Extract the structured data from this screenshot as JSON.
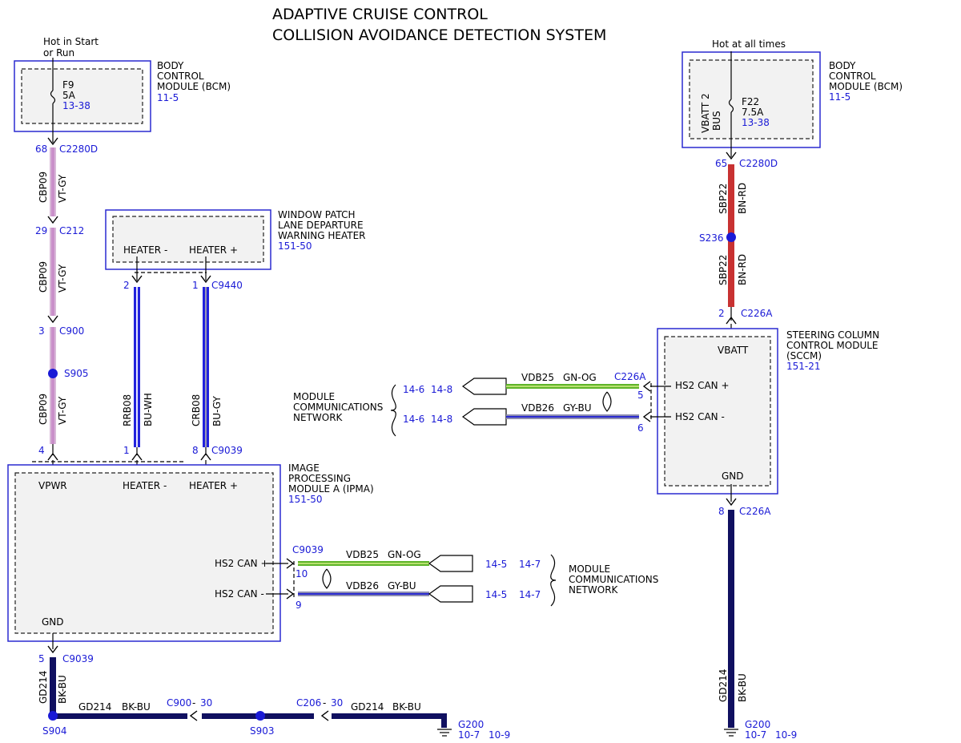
{
  "title": {
    "line1": "ADAPTIVE CRUISE CONTROL",
    "line2": "COLLISION AVOIDANCE DETECTION SYSTEM"
  },
  "colors": {
    "violet_gray": "#c98fc9",
    "blue": "#2222dd",
    "red": "#c83232",
    "green": "#5fb52a",
    "gray_blue": "#8c8cb0",
    "black_blue": "#101060",
    "blue_text": "#1a1ad6"
  },
  "bcm_left": {
    "feed": [
      "Hot in Start",
      "or Run"
    ],
    "fuse": "F9",
    "rating": "5A",
    "ref": "13-38",
    "name": [
      "BODY",
      "CONTROL",
      "MODULE (BCM)"
    ],
    "page": "11-5"
  },
  "bcm_right": {
    "feed": "Hot at all times",
    "bus": [
      "VBATT 2",
      "BUS"
    ],
    "fuse": "F22",
    "rating": "7.5A",
    "ref": "13-38",
    "name": [
      "BODY",
      "CONTROL",
      "MODULE (BCM)"
    ],
    "page": "11-5"
  },
  "heater_module": {
    "name": [
      "WINDOW PATCH",
      "LANE DEPARTURE",
      "WARNING HEATER"
    ],
    "page": "151-50",
    "pin_minus": "HEATER -",
    "pin_plus": "HEATER +"
  },
  "ipma": {
    "name": [
      "IMAGE",
      "PROCESSING",
      "MODULE A (IPMA)"
    ],
    "page": "151-50",
    "vpwr": "VPWR",
    "heater_minus": "HEATER -",
    "heater_plus": "HEATER +",
    "can_plus": "HS2 CAN +",
    "can_minus": "HS2 CAN -",
    "gnd": "GND"
  },
  "sccm": {
    "name": [
      "STEERING COLUMN",
      "CONTROL MODULE",
      "(SCCM)"
    ],
    "page": "151-21",
    "vbatt": "VBATT",
    "can_plus": "HS2 CAN +",
    "can_minus": "HS2 CAN -",
    "gnd": "GND"
  },
  "left_feed": {
    "c2280d_pin": "68",
    "c2280d": "C2280D",
    "circuit": "CBP09",
    "color": "VT-GY",
    "c212_pin": "29",
    "c212": "C212",
    "c900_pin": "3",
    "c900": "C900",
    "s905": "S905",
    "ipma_pin": "4"
  },
  "heater_wires": {
    "minus_pin_top": "2",
    "plus_pin_top": "1",
    "c9440": "C9440",
    "minus_circuit": "RRB08",
    "minus_color": "BU-WH",
    "plus_circuit": "CRB08",
    "plus_color": "BU-GY",
    "minus_pin_bottom": "1",
    "plus_pin_bottom": "8",
    "c9039": "C9039"
  },
  "right_feed": {
    "c2280d_pin": "65",
    "c2280d": "C2280D",
    "circuit": "SBP22",
    "color": "BN-RD",
    "s236": "S236",
    "c226a_pin": "2",
    "c226a": "C226A"
  },
  "can_top": {
    "label": [
      "MODULE",
      "COMMUNICATIONS",
      "NETWORK"
    ],
    "plus_ref_a": "14-6",
    "plus_ref_b": "14-8",
    "minus_ref_a": "14-6",
    "minus_ref_b": "14-8",
    "plus_circuit": "VDB25",
    "plus_color": "GN-OG",
    "minus_circuit": "VDB26",
    "minus_color": "GY-BU",
    "connector": "C226A",
    "plus_pin": "5",
    "minus_pin": "6"
  },
  "can_bottom": {
    "label": [
      "MODULE",
      "COMMUNICATIONS",
      "NETWORK"
    ],
    "connector": "C9039",
    "plus_pin": "10",
    "minus_pin": "9",
    "plus_circuit": "VDB25",
    "plus_color": "GN-OG",
    "minus_circuit": "VDB26",
    "minus_color": "GY-BU",
    "plus_ref_a": "14-5",
    "plus_ref_b": "14-7",
    "minus_ref_a": "14-5",
    "minus_ref_b": "14-7"
  },
  "ground_left": {
    "pin": "5",
    "connector": "C9039",
    "circuit": "GD214",
    "color": "BK-BU",
    "s904": "S904",
    "c900": "C900",
    "c900_pin": "30",
    "s903": "S903",
    "c206": "C206",
    "c206_pin": "30",
    "g200": "G200",
    "ref_a": "10-7",
    "ref_b": "10-9"
  },
  "ground_right": {
    "pin": "8",
    "connector": "C226A",
    "circuit": "GD214",
    "color": "BK-BU",
    "g200": "G200",
    "ref_a": "10-7",
    "ref_b": "10-9"
  }
}
